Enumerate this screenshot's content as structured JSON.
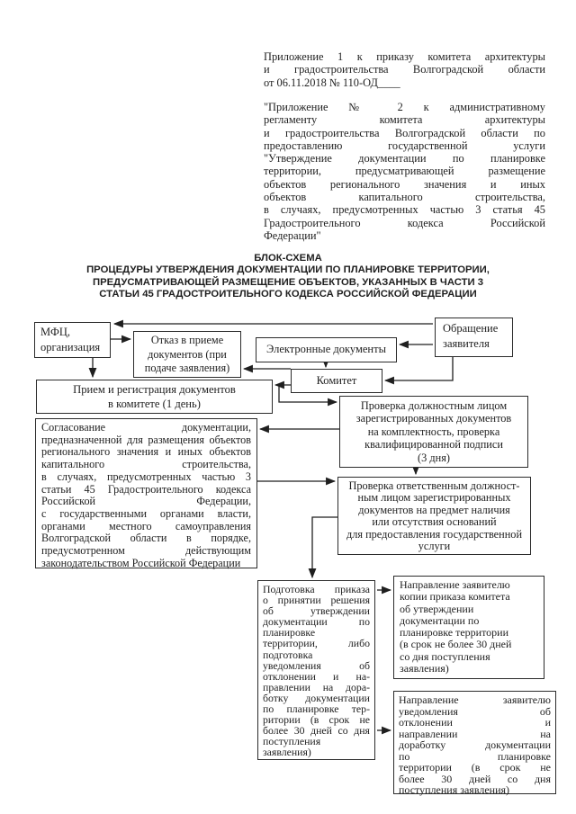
{
  "colors": {
    "ink": "#1f1f1f",
    "paper": "#ffffff"
  },
  "header": {
    "appendix_note_1": {
      "lines": [
        "Приложение 1 к приказу комитета архитектуры",
        "и градостроительства Волгоградской области",
        "от 06.11.2018 № 110-ОД____"
      ]
    },
    "appendix_note_2": {
      "lines": [
        "\"Приложение № 2 к административному",
        "регламенту комитета архитектуры",
        "и градостроительства Волгоградской области по",
        "предоставлению государственной услуги",
        "\"Утверждение документации по планировке",
        "территории, предусматривающей размещение",
        "объектов регионального значения и иных",
        "объектов капитального строительства,",
        "в случаях, предусмотренных частью 3 статья 45",
        "Градостроительного кодекса Российской",
        "Федерации\""
      ]
    }
  },
  "title": {
    "lines": [
      "БЛОК-СХЕМА",
      "ПРОЦЕДУРЫ УТВЕРЖДЕНИЯ ДОКУМЕНТАЦИИ ПО ПЛАНИРОВКЕ ТЕРРИТОРИИ,",
      "ПРЕДУСМАТРИВАЮЩЕЙ РАЗМЕЩЕНИЕ ОБЪЕКТОВ, УКАЗАННЫХ В ЧАСТИ 3",
      "СТАТЬИ 45 ГРАДОСТРОИТЕЛЬНОГО КОДЕКСА РОССИЙСКОЙ ФЕДЕРАЦИИ"
    ]
  },
  "flowchart": {
    "boxes": {
      "mfc": {
        "lines": [
          "МФЦ,",
          "организация"
        ]
      },
      "refusal": {
        "lines": [
          "Отказ в приеме",
          "документов (при",
          "подаче заявления)"
        ]
      },
      "electronic_documents": {
        "lines": [
          "Электронные документы"
        ]
      },
      "applicant": {
        "lines": [
          "Обращение",
          "заявителя"
        ]
      },
      "committee": {
        "lines": [
          "Комитет"
        ]
      },
      "reception": {
        "lines": [
          "Прием и регистрация документов",
          "в комитете (1 день)"
        ]
      },
      "check_completeness": {
        "lines": [
          "Проверка должностным лицом",
          "зарегистрированных документов",
          "на комплектность, проверка",
          "квалифицированной подписи",
          "(3 дня)"
        ]
      },
      "coordination": {
        "lines": [
          "Согласование документации,",
          "предназначенной для размещения объектов",
          "регионального значения и иных объектов",
          "капитального строительства,",
          "в случаях, предусмотренных частью 3",
          "статьи 45 Градостроительного кодекса",
          "Российской Федерации,",
          "с государственными органами власти,",
          "органами местного самоуправления",
          "Волгоградской области в порядке,",
          "предусмотренном действующим",
          "законодательством Российской Федерации"
        ]
      },
      "check_grounds": {
        "lines": [
          "Проверка ответственным должност-",
          "ным лицом зарегистрированных",
          "документов на предмет наличия",
          "или отсутствия оснований",
          "для предоставления государственной",
          "услуги"
        ]
      },
      "order_preparation": {
        "lines": [
          "Подготовка приказа",
          "о принятии решения",
          "об утверждении",
          "документации по",
          "планировке",
          "территории, либо",
          "подготовка",
          "уведомления об",
          "отклонении и на-",
          "правлении на дора-",
          "ботку документации",
          "по планировке тер-",
          "ритории (в срок не",
          "более 30 дней со дня",
          "поступления",
          "заявления)"
        ]
      },
      "send_order_copy": {
        "lines": [
          "Направление заявителю",
          "копии приказа комитета",
          "об утверждении",
          "документации по",
          "планировке территории",
          "(в срок не более 30 дней",
          "со дня поступления",
          "заявления)"
        ]
      },
      "send_rejection_notice": {
        "lines": [
          "Направление заявителю",
          "уведомления об",
          "отклонении и",
          "направлении на",
          "доработку документации",
          "по планировке",
          "территории (в срок не",
          "более 30 дней со дня",
          "поступления заявления)"
        ]
      }
    }
  }
}
